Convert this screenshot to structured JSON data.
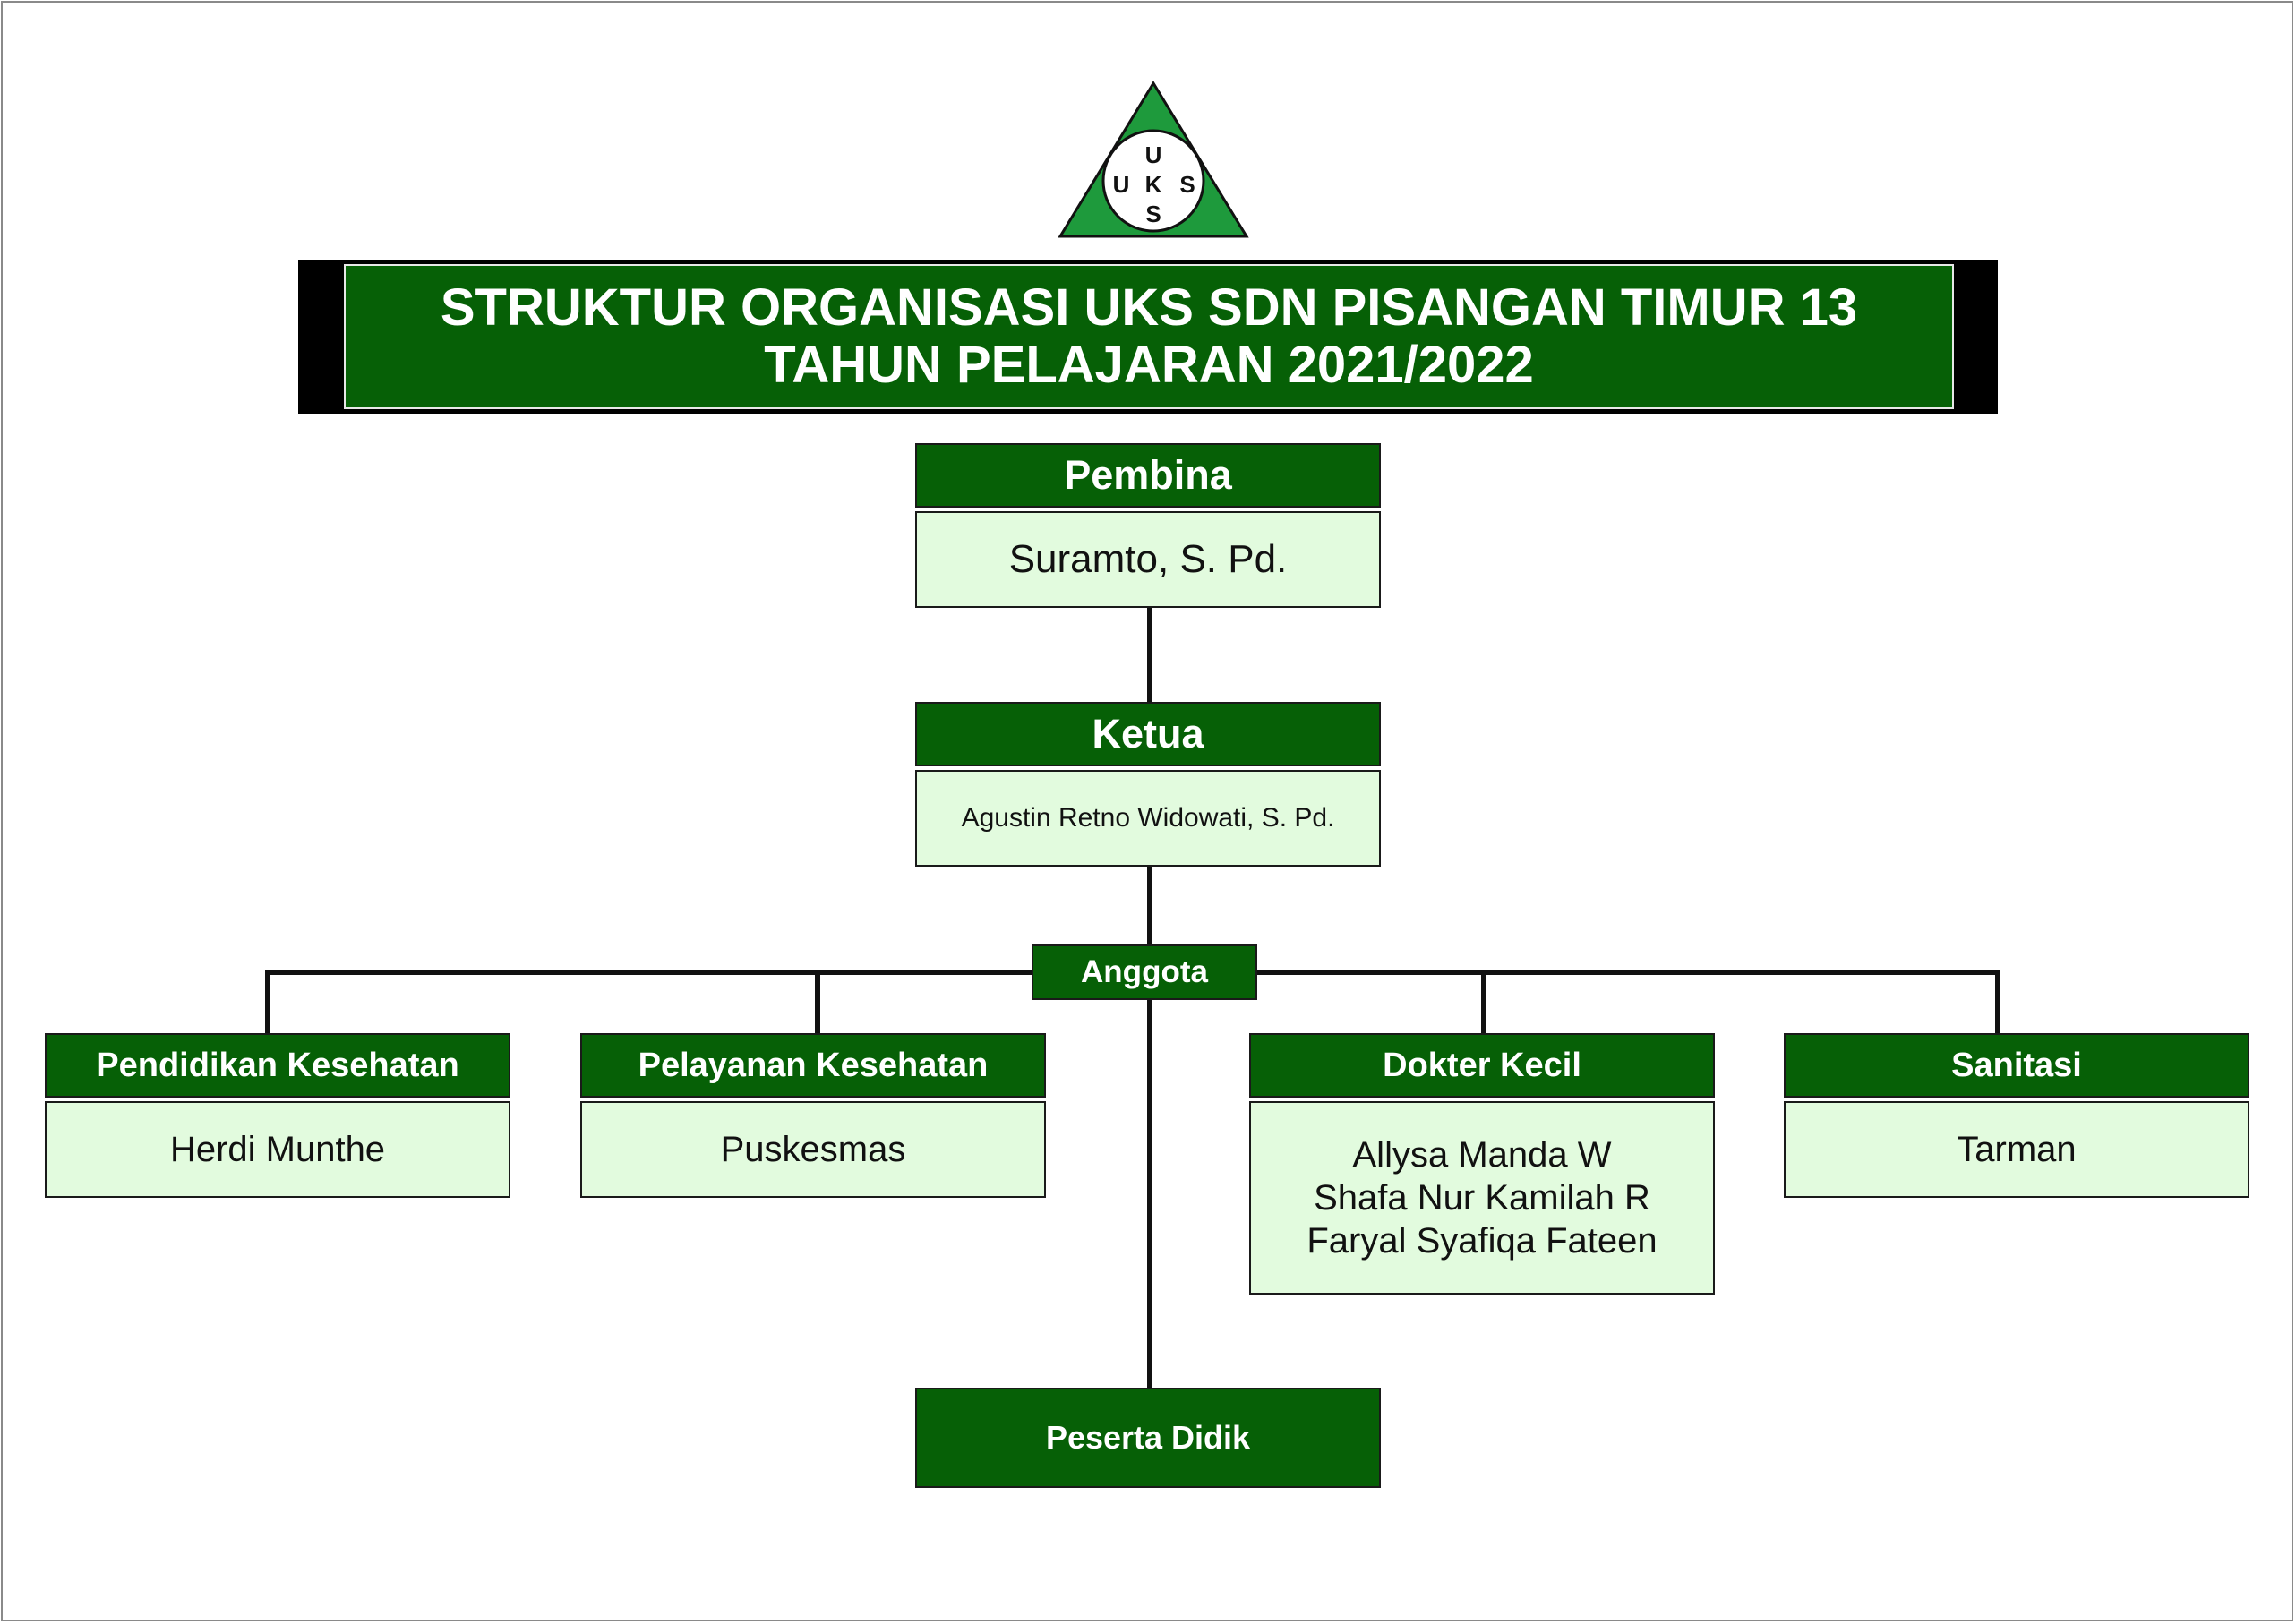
{
  "logo": {
    "letters": {
      "top": "U",
      "left": "U",
      "center": "K",
      "right": "S",
      "bottom": "S"
    },
    "colors": {
      "triangle": "#1e9a3c",
      "circle": "#ffffff"
    }
  },
  "title": {
    "line1": "STRUKTUR ORGANISASI UKS SDN PISANGAN TIMUR 13",
    "line2": "TAHUN PELAJARAN 2021/2022"
  },
  "pembina": {
    "role": "Pembina",
    "name": "Suramto, S. Pd."
  },
  "ketua": {
    "role": "Ketua",
    "name": "Agustin Retno Widowati, S. Pd."
  },
  "anggota": {
    "label": "Anggota"
  },
  "divisions": [
    {
      "role": "Pendidikan Kesehatan",
      "members": "Herdi Munthe"
    },
    {
      "role": "Pelayanan Kesehatan",
      "members": "Puskesmas"
    },
    {
      "role": "Dokter Kecil",
      "members": "Allysa Manda W\nShafa Nur Kamilah R\nFaryal Syafiqa Fateen"
    },
    {
      "role": "Sanitasi",
      "members": "Tarman"
    }
  ],
  "peserta": {
    "label": "Peserta Didik"
  },
  "colors": {
    "header_green": "#066006",
    "cell_light_green": "#e2fbde",
    "connector": "#111111"
  }
}
